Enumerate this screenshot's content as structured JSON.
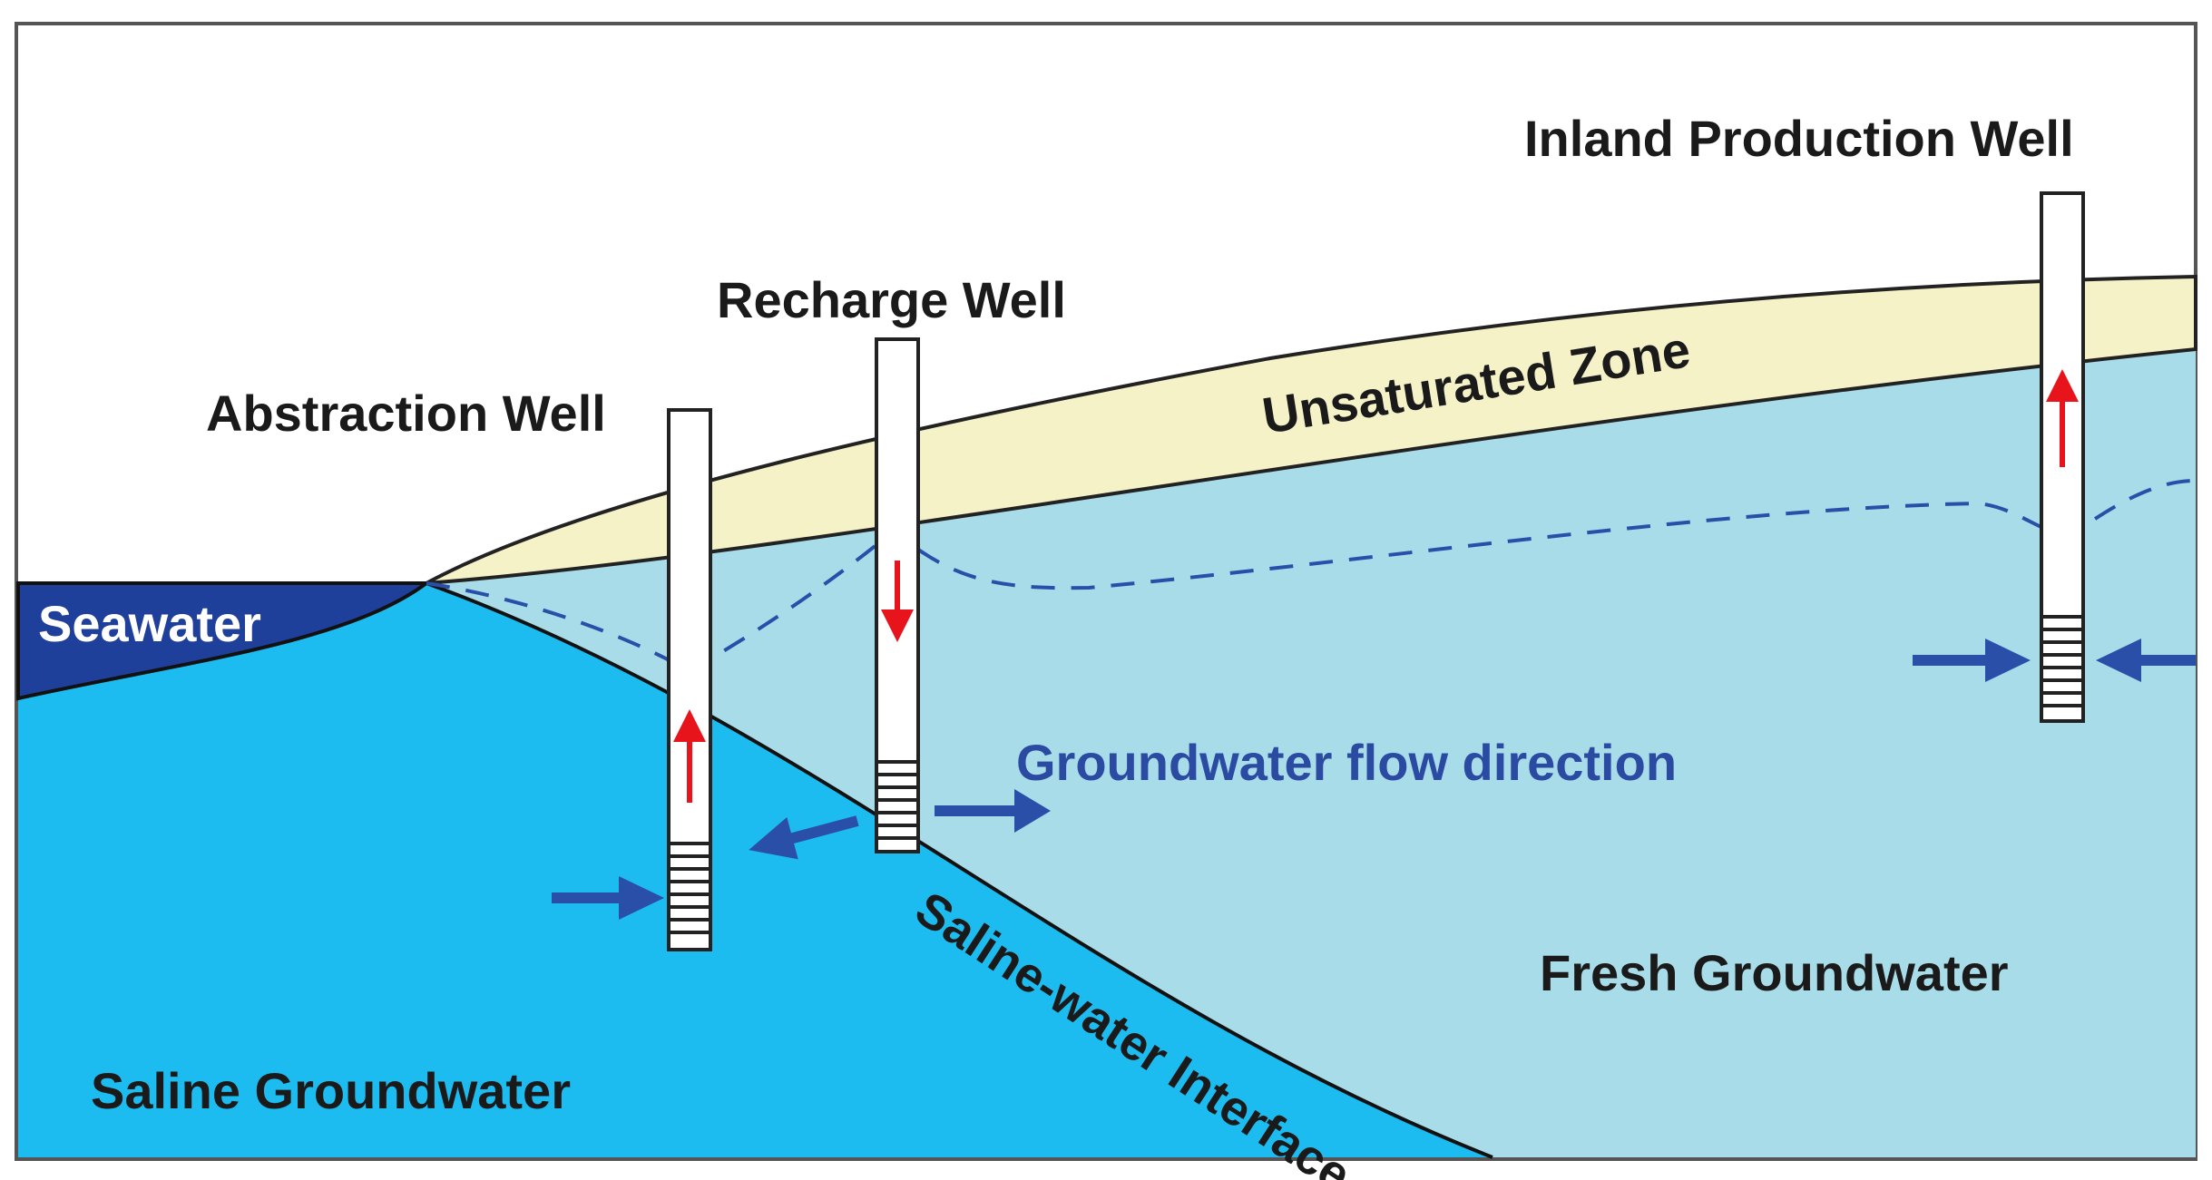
{
  "labels": {
    "seawater": "Seawater",
    "abstraction_well": "Abstraction Well",
    "recharge_well": "Recharge Well",
    "inland_production_well": "Inland Production Well",
    "unsaturated_zone": "Unsaturated Zone",
    "groundwater_flow_direction": "Groundwater flow direction",
    "saline_water_interface": "Saline-water Interface",
    "fresh_groundwater": "Fresh Groundwater",
    "saline_groundwater": "Saline Groundwater"
  },
  "colors": {
    "seawater": "#1e3f9a",
    "saline_groundwater": "#1dbcf0",
    "fresh_groundwater": "#a8dce9",
    "unsaturated_zone": "#f6f2c8",
    "flow_arrow": "#2a4fa8",
    "well_arrow": "#e8141b",
    "label_blue": "#2b4aa2",
    "label_dark": "#1a1a1a",
    "label_white": "#ffffff"
  },
  "icons": {
    "flow_arrow": "arrow-icon",
    "well_arrow": "arrow-icon",
    "well_screen": "well-screen-icon"
  }
}
